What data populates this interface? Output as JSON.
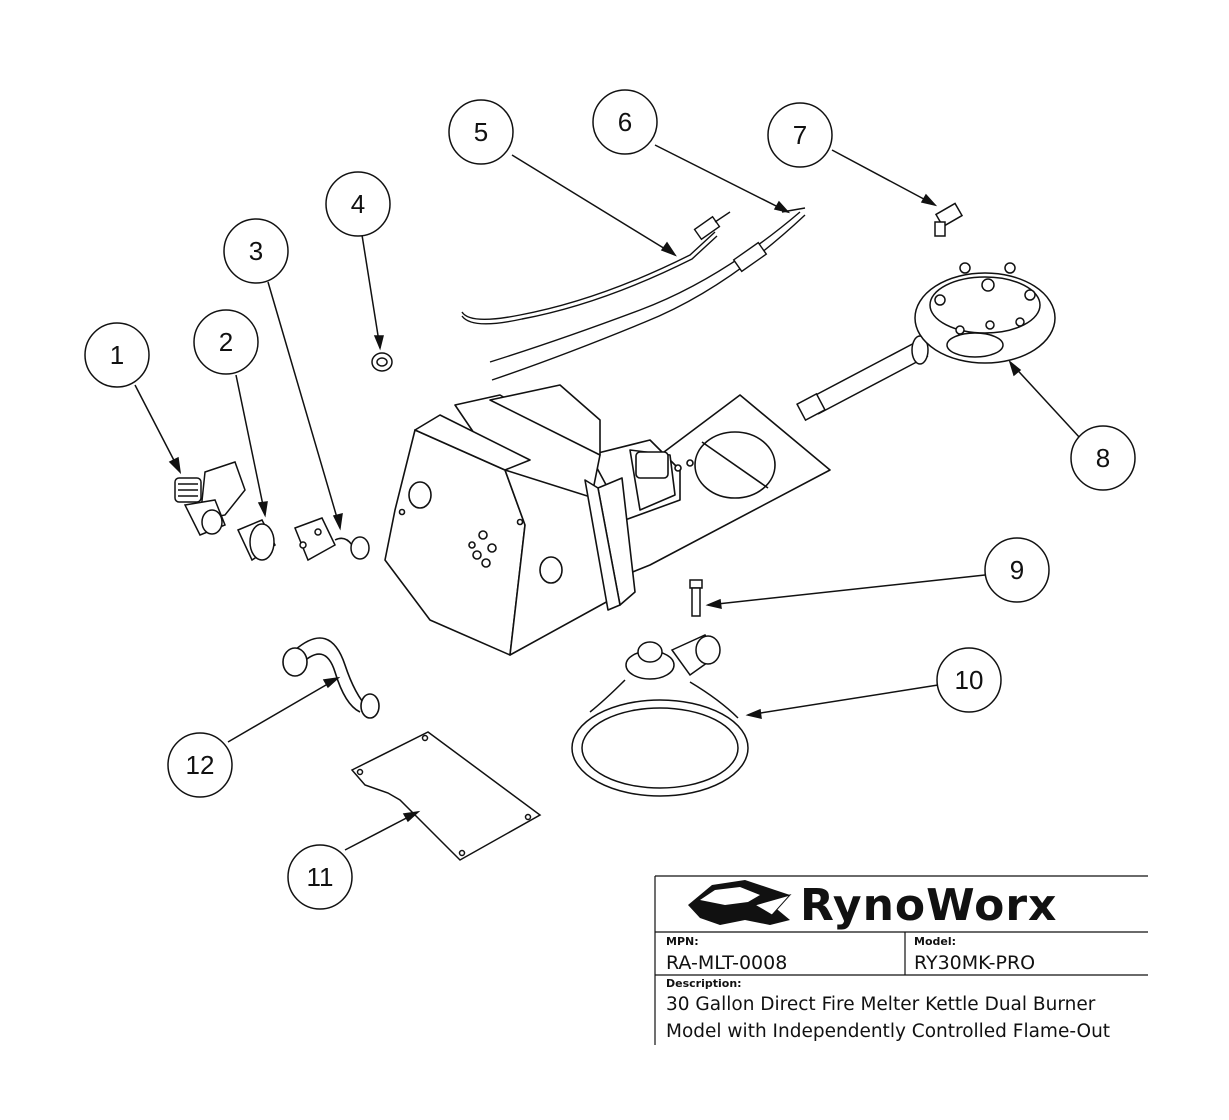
{
  "callouts": [
    {
      "label": "1"
    },
    {
      "label": "2"
    },
    {
      "label": "3"
    },
    {
      "label": "4"
    },
    {
      "label": "5"
    },
    {
      "label": "6"
    },
    {
      "label": "7"
    },
    {
      "label": "8"
    },
    {
      "label": "9"
    },
    {
      "label": "10"
    },
    {
      "label": "11"
    },
    {
      "label": "12"
    }
  ],
  "title_block": {
    "brand": "RynoWorx",
    "logo_icon": "rhino-logo-icon",
    "mpn_label": "MPN:",
    "mpn_value": "RA-MLT-0008",
    "model_label": "Model:",
    "model_value": "RY30MK-PRO",
    "description_label": "Description:",
    "description_line1": "30 Gallon Direct Fire Melter Kettle Dual Burner",
    "description_line2": "Model with Independently Controlled Flame-Out"
  }
}
